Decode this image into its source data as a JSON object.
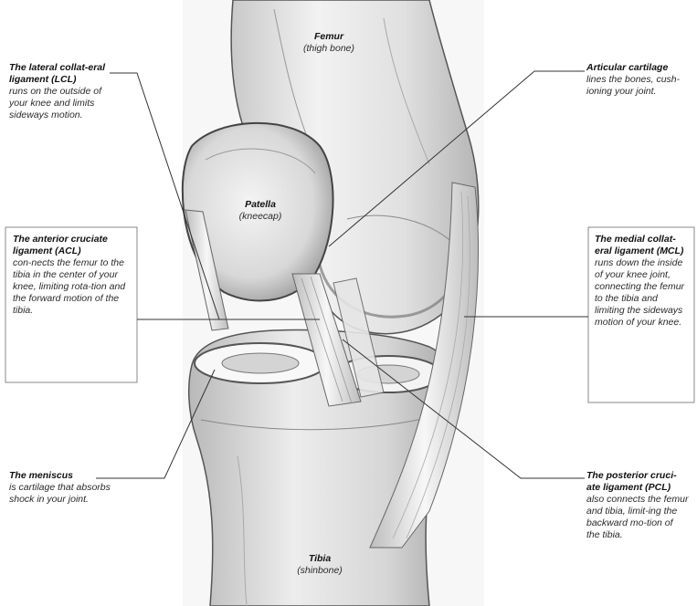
{
  "femur": {
    "name": "Femur",
    "sub": "(thigh bone)"
  },
  "patella": {
    "name": "Patella",
    "sub": "(kneecap)"
  },
  "tibia": {
    "name": "Tibia",
    "sub": "(shinbone)"
  },
  "lcl": {
    "title": "The lateral collat-eral ligament (LCL)",
    "desc": "runs on the outside of your knee and limits sideways motion."
  },
  "articular": {
    "title": "Articular cartilage",
    "desc": "lines the bones, cush-ioning your joint."
  },
  "acl": {
    "title": "The anterior cruciate ligament (ACL)",
    "desc": "con-nects the femur to the tibia in the center of your knee, limiting rota-tion and the forward motion of the tibia."
  },
  "mcl": {
    "title": "The medial collat-eral ligament (MCL)",
    "desc": "runs down the inside of your knee joint, connecting the femur to the tibia and limiting the sideways motion of your knee."
  },
  "meniscus": {
    "title": "The meniscus",
    "desc": "is cartilage that absorbs shock in your joint."
  },
  "pcl": {
    "title": "The posterior cruci-ate ligament (PCL)",
    "desc": "also connects the femur and tibia, limit-ing the backward mo-tion of the tibia."
  }
}
